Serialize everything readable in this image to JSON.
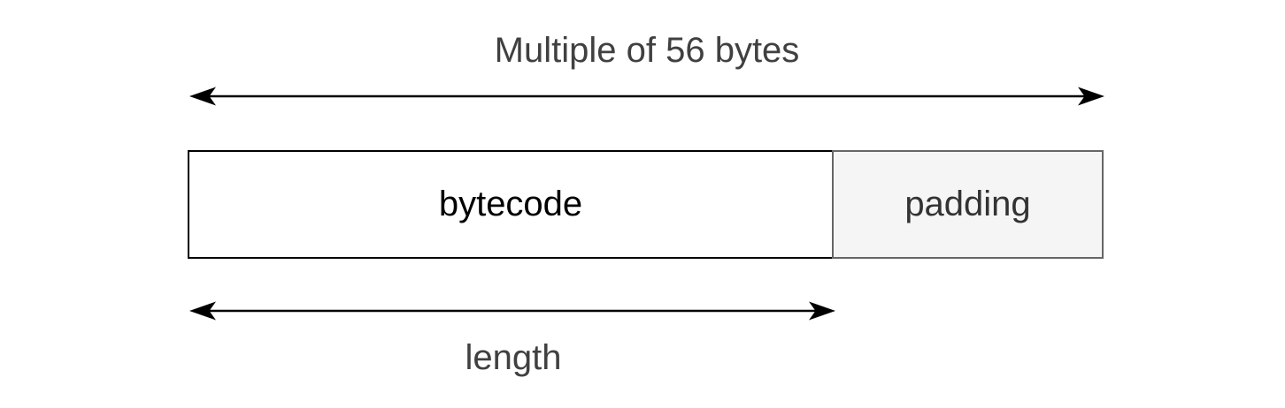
{
  "diagram": {
    "title": "Multiple of 56 bytes",
    "segments": [
      {
        "id": "bytecode",
        "label": "bytecode"
      },
      {
        "id": "padding",
        "label": "padding"
      }
    ],
    "length_label": "length",
    "colors": {
      "bg": "#ffffff",
      "arrow": "#000000",
      "bytecode_fill": "#ffffff",
      "bytecode_border": "#000000",
      "bytecode_text": "#000000",
      "padding_fill": "#f5f5f5",
      "padding_border": "#666666",
      "padding_text": "#333333",
      "label_text": "#404040"
    }
  }
}
